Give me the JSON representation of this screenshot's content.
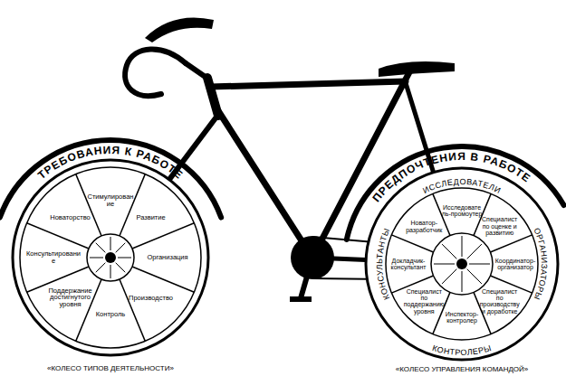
{
  "diagram": {
    "nodes": [
      {
        "text": [
          "ТРЕБОВАНИЯ К РАБОТЕ"
        ]
      },
      {
        "text": [
          "«КОЛЕСО ТИПОВ ДЕЯТЕЛЬНОСТИ»"
        ]
      },
      {
        "text": [
          "Стимулирование"
        ],
        "in": 1
      },
      {
        "text": [
          "Развитие"
        ],
        "in": 1
      },
      {
        "text": [
          "Организация"
        ],
        "in": 1
      },
      {
        "text": [
          "Производство"
        ],
        "in": 1
      },
      {
        "text": [
          "Контроль"
        ],
        "in": 1
      },
      {
        "text": [
          "Поддержание достигнутого уровня"
        ],
        "in": 1
      },
      {
        "text": [
          "Консультирование"
        ],
        "in": 1
      },
      {
        "text": [
          "Новаторство"
        ],
        "in": 1
      },
      {
        "text": [
          "ПРЕДПОЧТЕНИЯ В РАБОТЕ"
        ]
      },
      {
        "text": [
          "«КОЛЕСО УПРАВЛЕНИЯ КОМАНДОЙ»"
        ]
      },
      {
        "text": [
          "Исследователь-промоутер"
        ],
        "in": 11
      },
      {
        "text": [
          "Специалист по оценке и развитию"
        ],
        "in": 11
      },
      {
        "text": [
          "Координатор-организатор"
        ],
        "in": 11
      },
      {
        "text": [
          "Специалист по производству и доработке"
        ],
        "in": 11
      },
      {
        "text": [
          "Инспектор-контролер"
        ],
        "in": 11
      },
      {
        "text": [
          "Специалист по поддержанию уровня"
        ],
        "in": 11
      },
      {
        "text": [
          "Докладчик-консультант"
        ],
        "in": 11
      },
      {
        "text": [
          "Новатор-разработчик"
        ],
        "in": 11
      }
    ],
    "labels": [
      "ИССЛЕДОВАТЕЛИ",
      "ОРГАНИЗАТОРЫ",
      "КОНТРОЛЕРЫ",
      "КОНСУЛЬТАНТЫ"
    ]
  }
}
